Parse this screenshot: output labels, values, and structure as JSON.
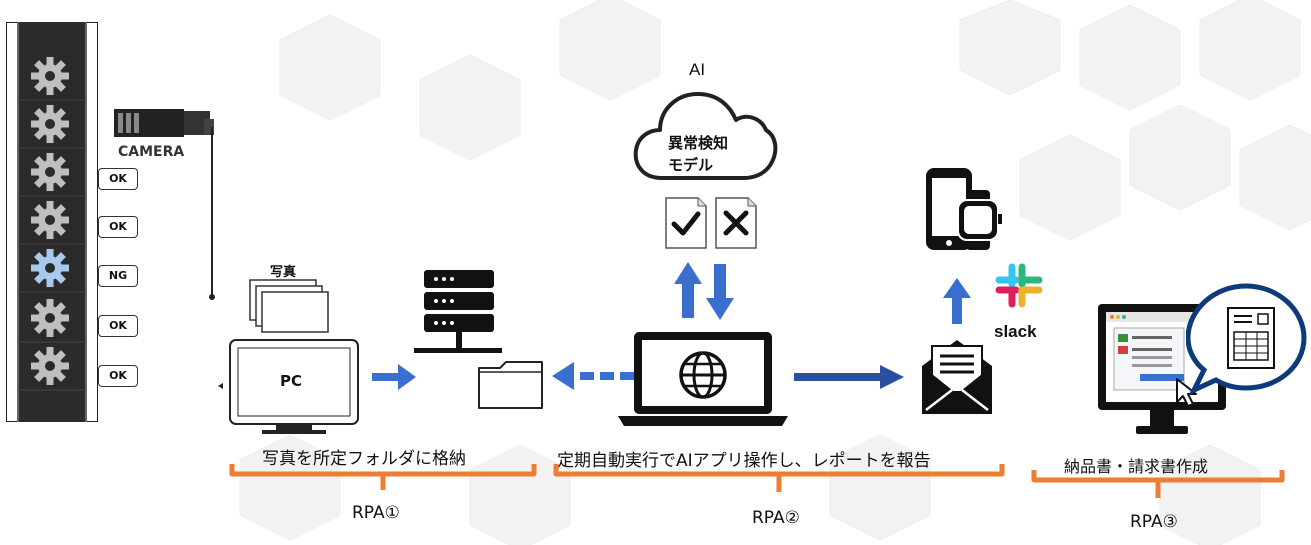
{
  "camera": {
    "label": "CAMERA"
  },
  "inspection": {
    "results": [
      "OK",
      "OK",
      "NG",
      "OK",
      "OK"
    ]
  },
  "pc": {
    "photo_label": "写真",
    "screen_label": "PC"
  },
  "ai": {
    "title": "AI",
    "model_label_line1": "異常検知",
    "model_label_line2": "モデル"
  },
  "slack": {
    "label": "slack"
  },
  "steps": [
    {
      "caption": "写真を所定フォルダに格納",
      "name": "RPA①"
    },
    {
      "caption": "定期自動実行でAIアプリ操作し、レポートを報告",
      "name": "RPA②"
    },
    {
      "caption": "納品書・請求書作成",
      "name": "RPA③"
    }
  ],
  "colors": {
    "arrow": "#3a6fd0",
    "brace": "#ec7d32",
    "dark": "#111111",
    "slack_green": "#2eb67d",
    "slack_blue": "#36c5f0",
    "slack_red": "#e01e5a",
    "slack_yellow": "#ecb22e"
  },
  "icons": [
    "gear-icon",
    "camera-icon",
    "server-icon",
    "folder-icon",
    "cloud-icon",
    "check-icon",
    "cross-icon",
    "laptop-icon",
    "globe-icon",
    "smartphone-icon",
    "smartwatch-icon",
    "slack-icon",
    "mail-icon",
    "invoice-monitor-icon",
    "cursor-icon",
    "document-icon"
  ]
}
